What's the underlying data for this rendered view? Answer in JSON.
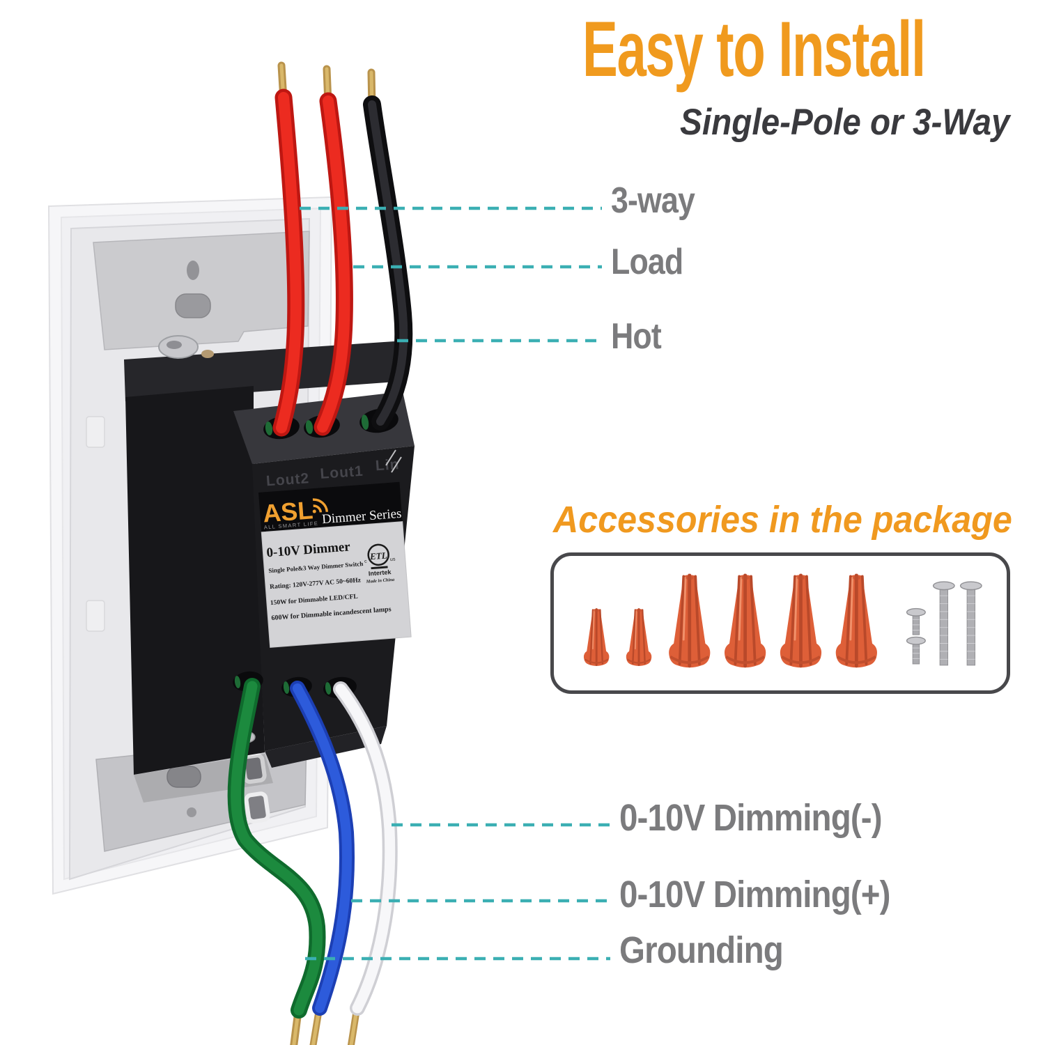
{
  "header": {
    "title": "Easy to Install",
    "subtitle": "Single-Pole or 3-Way"
  },
  "wire_callouts": {
    "top": [
      {
        "label": "3-way",
        "wire": "red-3way-wire"
      },
      {
        "label": "Load",
        "wire": "red-load-wire"
      },
      {
        "label": "Hot",
        "wire": "black-hot-wire"
      }
    ],
    "bottom": [
      {
        "label": "0-10V Dimming(-)",
        "wire": "white-dim-minus-wire"
      },
      {
        "label": "0-10V Dimming(+)",
        "wire": "blue-dim-plus-wire"
      },
      {
        "label": "Grounding",
        "wire": "green-ground-wire"
      }
    ]
  },
  "accessories": {
    "title": "Accessories in the package",
    "small_wire_nuts": 2,
    "large_wire_nuts": 4,
    "short_screws": 2,
    "long_screws": 2
  },
  "device": {
    "port_labels": [
      "Lout2",
      "Lout1",
      "Lin"
    ],
    "sticker": {
      "brand": "ASL",
      "brand_tagline": "ALL SMART LIFE",
      "series": "Dimmer Series",
      "model": "0-10V Dimmer",
      "spec_lines": [
        "Single Pole&3 Way Dimmer Switch",
        "Rating: 120V-277V AC 50~60Hz",
        "150W for Dimmable LED/CFL",
        "600W for Dimmable incandescent lamps"
      ],
      "cert": {
        "mark": "ETL",
        "left": "c",
        "right": "us",
        "company": "Intertek",
        "origin": "Made in China"
      }
    }
  },
  "colors": {
    "accent_orange": "#F09A1E",
    "label_gray": "#7B7B7D",
    "leader_teal": "#3BAFB3",
    "wire_red": "#E2231A",
    "wire_black": "#141416",
    "wire_white": "#F4F4F6",
    "wire_blue": "#2D5BDB",
    "wire_green": "#1C8A3E",
    "nut_orange": "#DE5F38"
  }
}
